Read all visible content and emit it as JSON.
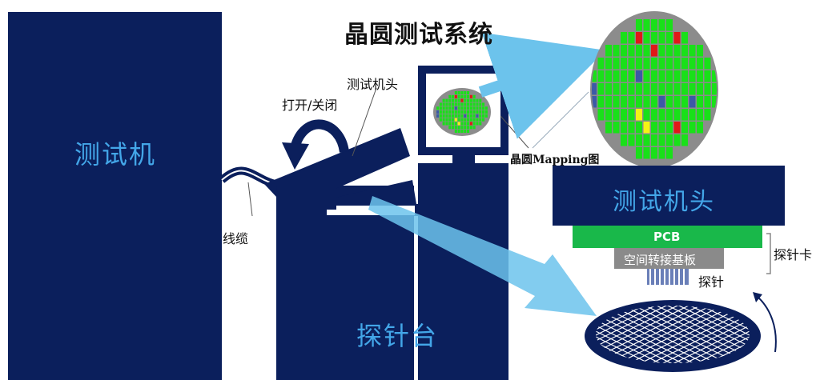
{
  "title": "晶圆测试系统",
  "labels": {
    "tester": "测试机",
    "test_head_small": "测试机头",
    "open_close": "打开/关闭",
    "cable": "线缆",
    "prober": "探针台",
    "mapping": "晶圆Mapping图",
    "test_head_big": "测试机头",
    "pcb": "PCB",
    "interposer": "空间转接基板",
    "probe_card": "探针卡",
    "probe": "探针"
  },
  "colors": {
    "navy": "#0b1f5c",
    "light_blue": "#6cc3ec",
    "label_blue": "#43a6e8",
    "pass_green": "#19e019",
    "fail_red": "#e01818",
    "blue_die": "#3c5aa6",
    "yellow_die": "#f4f414",
    "wafer_gray": "#8c8c8c",
    "pcb_green": "#19b84a",
    "interposer_gray": "#8a8a8a"
  },
  "wafer_map": {
    "rows": [
      "......GGGGG......",
      "....GGRGGGGRG....",
      "..GGGGGGRGGGGGG..",
      ".GGGGGGGGGGGGGGG.",
      "GGGGGGBGGGGGGGGGG",
      "BGGGGGGGGGGGGGGGG",
      "BGGGGGGGGBGGGBGGG",
      ".GGGGGYGGGGGGGGG.",
      "..GGGGGYGGGRGGG..",
      "....GGGGGGGGG....",
      "......GGGGG......"
    ]
  }
}
